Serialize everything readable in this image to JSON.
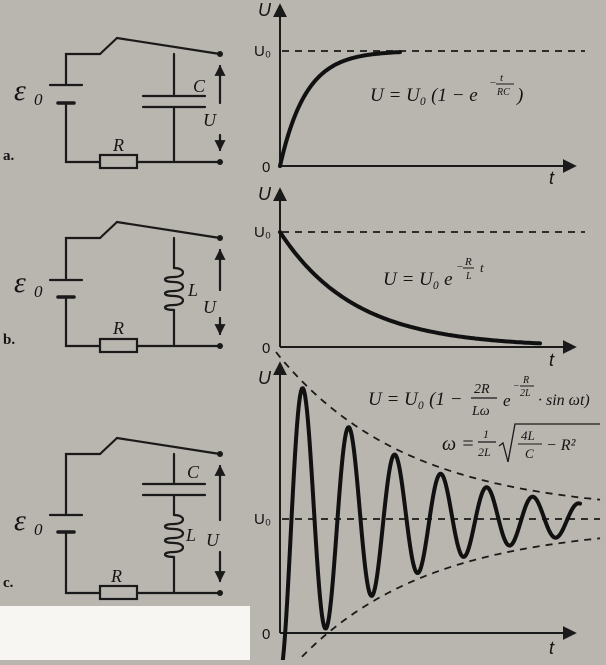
{
  "circuits": {
    "a": {
      "label": "a.",
      "emf": "ε",
      "emf_sub": "0",
      "resistor": "R",
      "capacitor": "C",
      "voltage": "U"
    },
    "b": {
      "label": "b.",
      "emf": "ε",
      "emf_sub": "0",
      "resistor": "R",
      "inductor": "L",
      "voltage": "U"
    },
    "c": {
      "label": "c.",
      "emf": "ε",
      "emf_sub": "0",
      "resistor": "R",
      "capacitor": "C",
      "inductor": "L",
      "voltage": "U"
    }
  },
  "graphs": {
    "a": {
      "y_axis": "U",
      "x_axis": "t",
      "origin": "0",
      "level": "U₀",
      "formula": {
        "main": "U = U₀ (1 − e",
        "exp_num": "t",
        "exp_den": "RC",
        "exp_sign": "−",
        "close": ")"
      }
    },
    "b": {
      "y_axis": "U",
      "x_axis": "t",
      "origin": "0",
      "level": "U₀",
      "formula": {
        "main": "U = U₀ e",
        "exp_sign": "−",
        "exp_num": "R",
        "exp_den": "L",
        "exp_tail": "t"
      }
    },
    "c": {
      "y_axis": "U",
      "x_axis": "t",
      "origin": "0",
      "level": "U₀",
      "formula": {
        "main": "U = U₀ (1 −",
        "frac_num": "2R",
        "frac_den": "Lω",
        "e": "e",
        "exp_sign": "−",
        "exp_num": "R",
        "exp_den": "2L",
        "tail": "· sin ωt)"
      },
      "omega": {
        "lhs": "ω =",
        "num": "1",
        "den": "2L",
        "rad_num": "4L",
        "rad_den": "C",
        "rad_tail": "− R²"
      }
    }
  },
  "chart_data": [
    {
      "type": "line",
      "title": "",
      "xlabel": "t",
      "ylabel": "U",
      "series": [
        {
          "function": "U = U0 (1 - e^(-t/RC))"
        }
      ]
    },
    {
      "type": "line",
      "title": "",
      "xlabel": "t",
      "ylabel": "U",
      "series": [
        {
          "function": "U = U0 e^(-(R/L) t)"
        }
      ]
    },
    {
      "type": "line",
      "title": "",
      "xlabel": "t",
      "ylabel": "U",
      "series": [
        {
          "function": "U = U0 (1 - (2R/(Lω)) e^(-(R/2L) t) sin ωt)"
        }
      ]
    }
  ]
}
